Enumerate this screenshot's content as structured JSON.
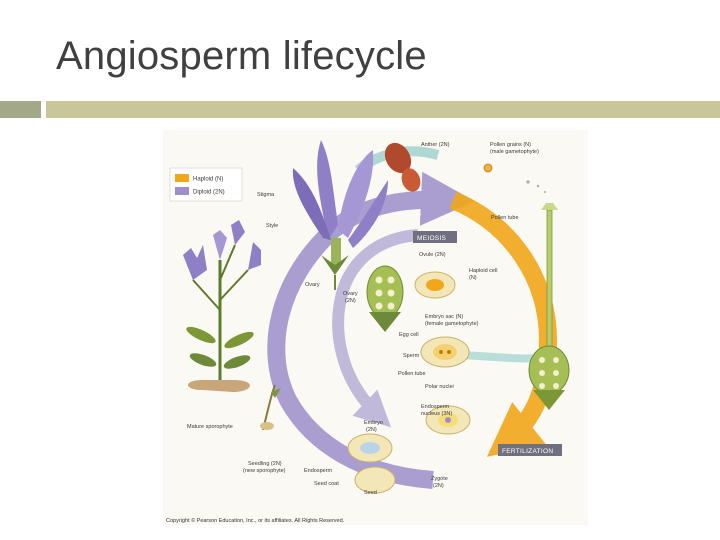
{
  "slide": {
    "title": "Angiosperm lifecycle"
  },
  "colors": {
    "haploid": "#f2a61a",
    "diploid": "#9c8fcb",
    "title_text": "#404040",
    "bar_left": "#a3a889",
    "bar_right": "#c9c79a"
  },
  "legend": {
    "haploid": "Haploid (N)",
    "diploid": "Diploid (2N)"
  },
  "stages": {
    "meiosis": "MEIOSIS",
    "fertilization": "FERTILIZATION"
  },
  "labels": {
    "anther": "Anther (2N)",
    "pollen_grains": "Pollen grains (N)",
    "pollen_grains_sub": "(male gametophyte)",
    "stigma": "Stigma",
    "style": "Style",
    "pollen_tube_top": "Pollen tube",
    "ovule": "Ovule (2N)",
    "haploid_cell": "Haploid cell",
    "haploid_cell_sub": "(N)",
    "ovary": "Ovary",
    "ovary2": "Ovary",
    "ovary2_sub": "(2N)",
    "embryo_sac": "Embryo sac (N)",
    "embryo_sac_sub": "(female gametophyte)",
    "egg_cell": "Egg cell",
    "sperm": "Sperm",
    "pollen_tube": "Pollen tube",
    "polar_nuclei": "Polar nuclei",
    "endosperm_nucleus": "Endosperm",
    "endosperm_nucleus_sub": "nucleus (3N)",
    "embryo": "Embryo",
    "embryo_sub": "(2N)",
    "mature_sporophyte": "Mature sporophyte",
    "seedling": "Seedling (2N)",
    "seedling_sub": "(new sporophyte)",
    "endosperm": "Endosperm",
    "seed_coat": "Seed coat",
    "seed": "Seed",
    "zygote": "Zygote",
    "zygote_sub": "(2N)"
  },
  "copyright": "Copyright © Pearson Education, Inc., or its affiliates. All Rights Reserved."
}
